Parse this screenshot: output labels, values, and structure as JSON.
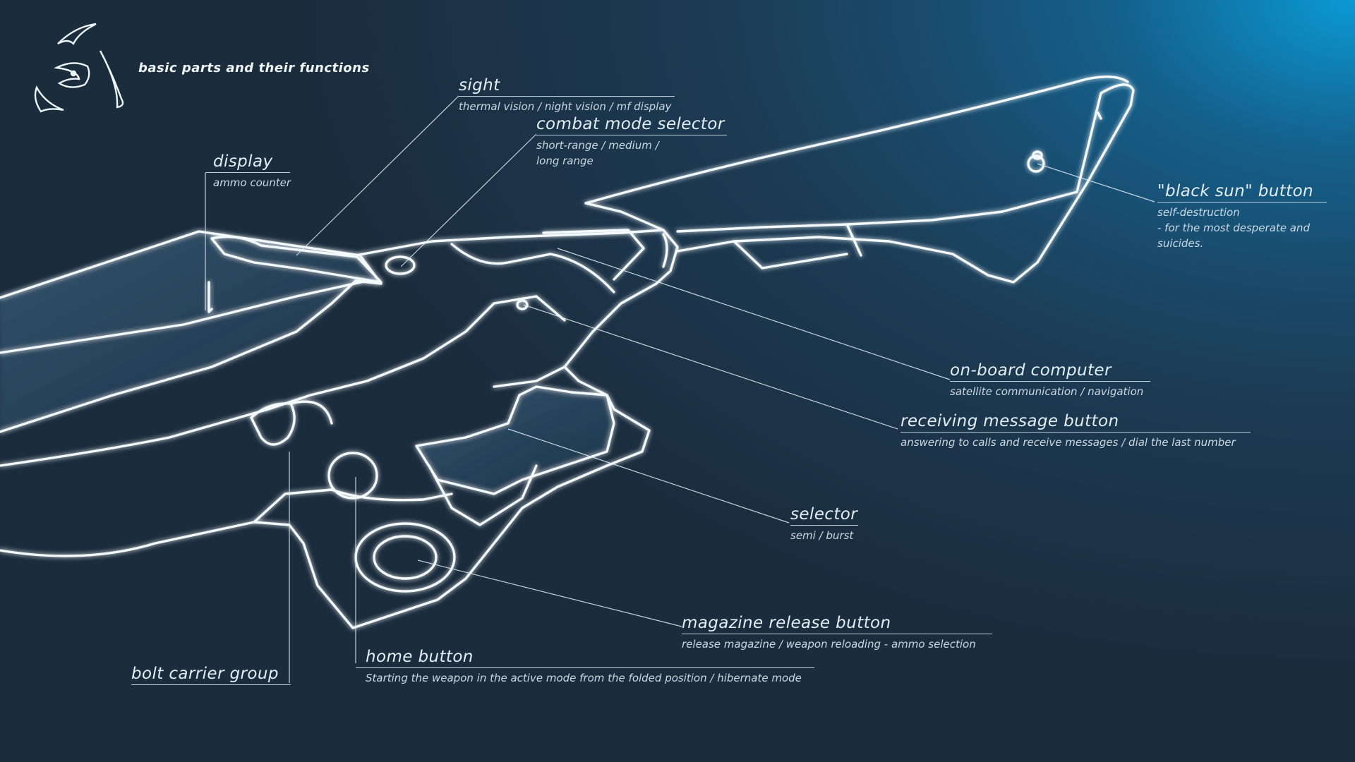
{
  "title": "basic parts and their functions",
  "icon": "tri-fang-logo-icon",
  "colors": {
    "line": "#f2f8fc",
    "glow": "#8cd2ff",
    "bg_dark": "#1b2c3d",
    "bg_light": "#0a9ad4"
  },
  "callouts": [
    {
      "id": "sight",
      "title": "sight",
      "desc": [
        "thermal vision / night vision / mf display"
      ]
    },
    {
      "id": "combat",
      "title": "combat mode selector",
      "desc": [
        "short-range / medium /",
        "long range"
      ]
    },
    {
      "id": "display",
      "title": "display",
      "desc": [
        "ammo counter"
      ]
    },
    {
      "id": "blacksun",
      "title": "\"black sun\" button",
      "desc": [
        "self-destruction",
        "- for the most desperate and",
        "suicides."
      ]
    },
    {
      "id": "obc",
      "title": "on-board computer",
      "desc": [
        "satellite communication / navigation"
      ]
    },
    {
      "id": "rmb",
      "title": "receiving message button",
      "desc": [
        "answering to calls and receive messages / dial the last number"
      ]
    },
    {
      "id": "selector",
      "title": "selector",
      "desc": [
        "semi / burst"
      ]
    },
    {
      "id": "mag",
      "title": "magazine release button",
      "desc": [
        "release magazine / weapon reloading - ammo selection"
      ]
    },
    {
      "id": "home",
      "title": "home button",
      "desc": [
        "Starting the weapon in the active mode from the folded position / hibernate mode"
      ]
    },
    {
      "id": "bcg",
      "title": "bolt carrier group",
      "desc": []
    }
  ]
}
